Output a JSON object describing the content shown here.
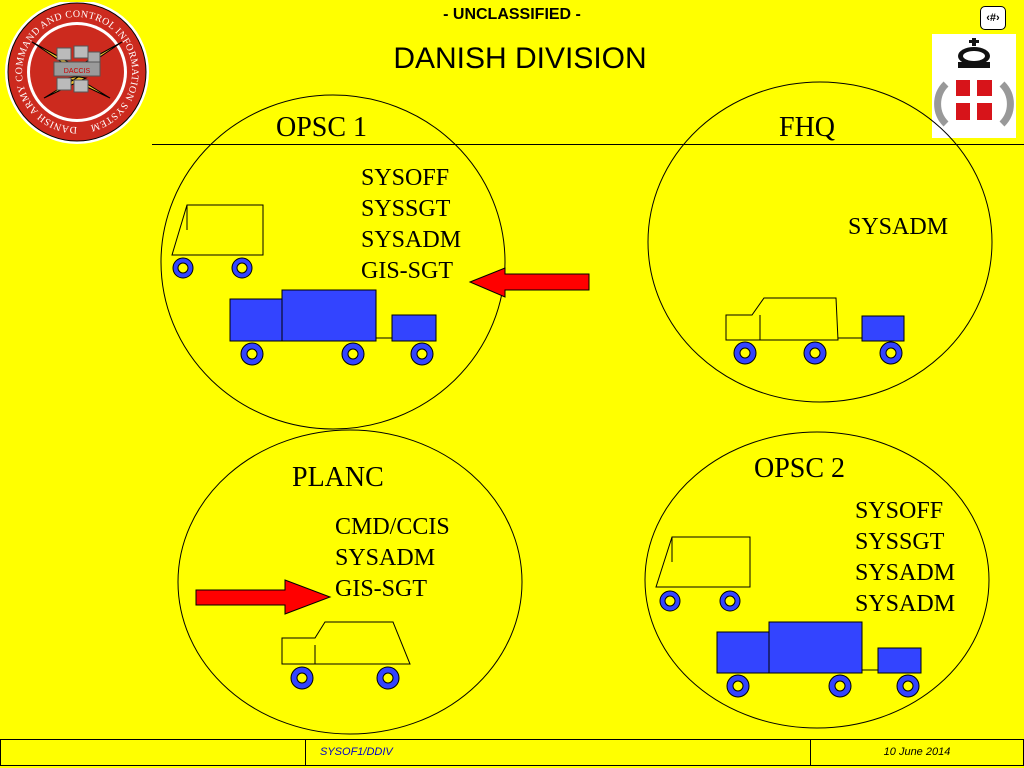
{
  "header": {
    "classification": "- UNCLASSIFIED -",
    "title": "DANISH DIVISION",
    "page_number": "‹#›"
  },
  "logo": {
    "ring_text": "DANISH ARMY COMMAND AND CONTROL INFORMATION SYSTEM",
    "center_text": "DACCIS"
  },
  "units": {
    "opsc1": {
      "label": "OPSC 1",
      "roles": [
        "SYSOFF",
        "SYSSGT",
        "SYSADM",
        "GIS-SGT"
      ]
    },
    "fhq": {
      "label": "FHQ",
      "roles": [
        "SYSADM"
      ]
    },
    "planc": {
      "label": "PLANC",
      "roles": [
        "CMD/CCIS",
        "SYSADM",
        "GIS-SGT"
      ]
    },
    "opsc2": {
      "label": "OPSC 2",
      "roles": [
        "SYSOFF",
        "SYSSGT",
        "SYSADM",
        "SYSADM"
      ]
    }
  },
  "footer": {
    "doc_id": "SYSOF1/DDIV",
    "date": "10 June 2014"
  },
  "colors": {
    "background": "#ffff00",
    "vehicle": "#3344ff",
    "arrow": "#ff0000"
  }
}
